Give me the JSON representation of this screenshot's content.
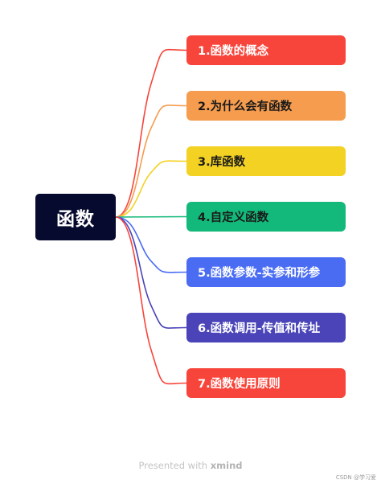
{
  "root": {
    "label": "函数"
  },
  "branches": [
    {
      "label": "1.函数的概念",
      "color": "#f7453b",
      "text_color": "#ffffff"
    },
    {
      "label": "2.为什么会有函数",
      "color": "#f59c4e",
      "text_color": "#1a1a1a"
    },
    {
      "label": "3.库函数",
      "color": "#f3d224",
      "text_color": "#1a1a1a"
    },
    {
      "label": "4.自定义函数",
      "color": "#13b97a",
      "text_color": "#1a1a1a"
    },
    {
      "label": "5.函数参数-实参和形参",
      "color": "#4a6cf3",
      "text_color": "#ffffff"
    },
    {
      "label": "6.函数调用-传值和传址",
      "color": "#4a44b8",
      "text_color": "#ffffff"
    },
    {
      "label": "7.函数使用原则",
      "color": "#f7453b",
      "text_color": "#ffffff"
    }
  ],
  "footer": {
    "prefix": "Presented with ",
    "brand": "xmind"
  },
  "watermark": "CSDN @学习爱"
}
